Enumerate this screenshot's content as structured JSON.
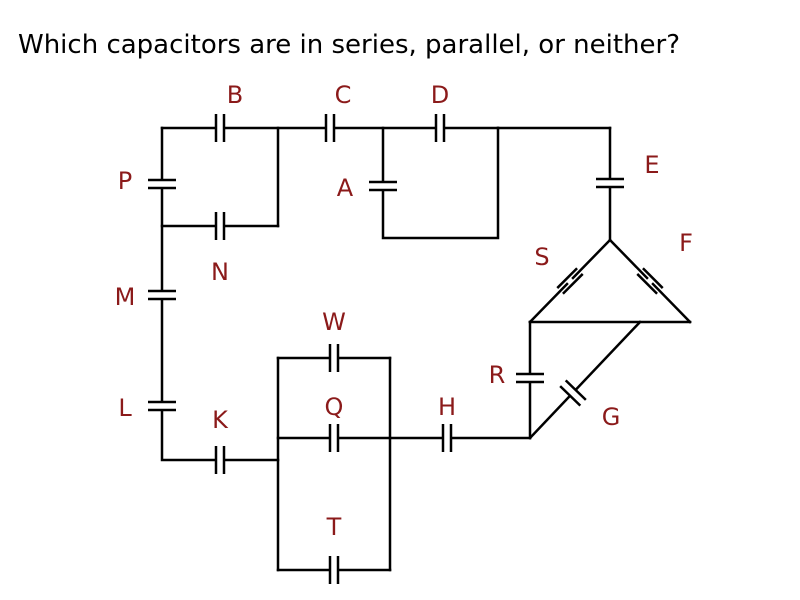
{
  "question": "Which capacitors are in series, parallel, or neither?",
  "colors": {
    "label": "#8b1a1a",
    "wire": "#000000"
  },
  "capacitors": [
    {
      "label": "A"
    },
    {
      "label": "B"
    },
    {
      "label": "C"
    },
    {
      "label": "D"
    },
    {
      "label": "E"
    },
    {
      "label": "F"
    },
    {
      "label": "G"
    },
    {
      "label": "H"
    },
    {
      "label": "K"
    },
    {
      "label": "L"
    },
    {
      "label": "M"
    },
    {
      "label": "N"
    },
    {
      "label": "P"
    },
    {
      "label": "Q"
    },
    {
      "label": "R"
    },
    {
      "label": "S"
    },
    {
      "label": "T"
    },
    {
      "label": "W"
    }
  ]
}
